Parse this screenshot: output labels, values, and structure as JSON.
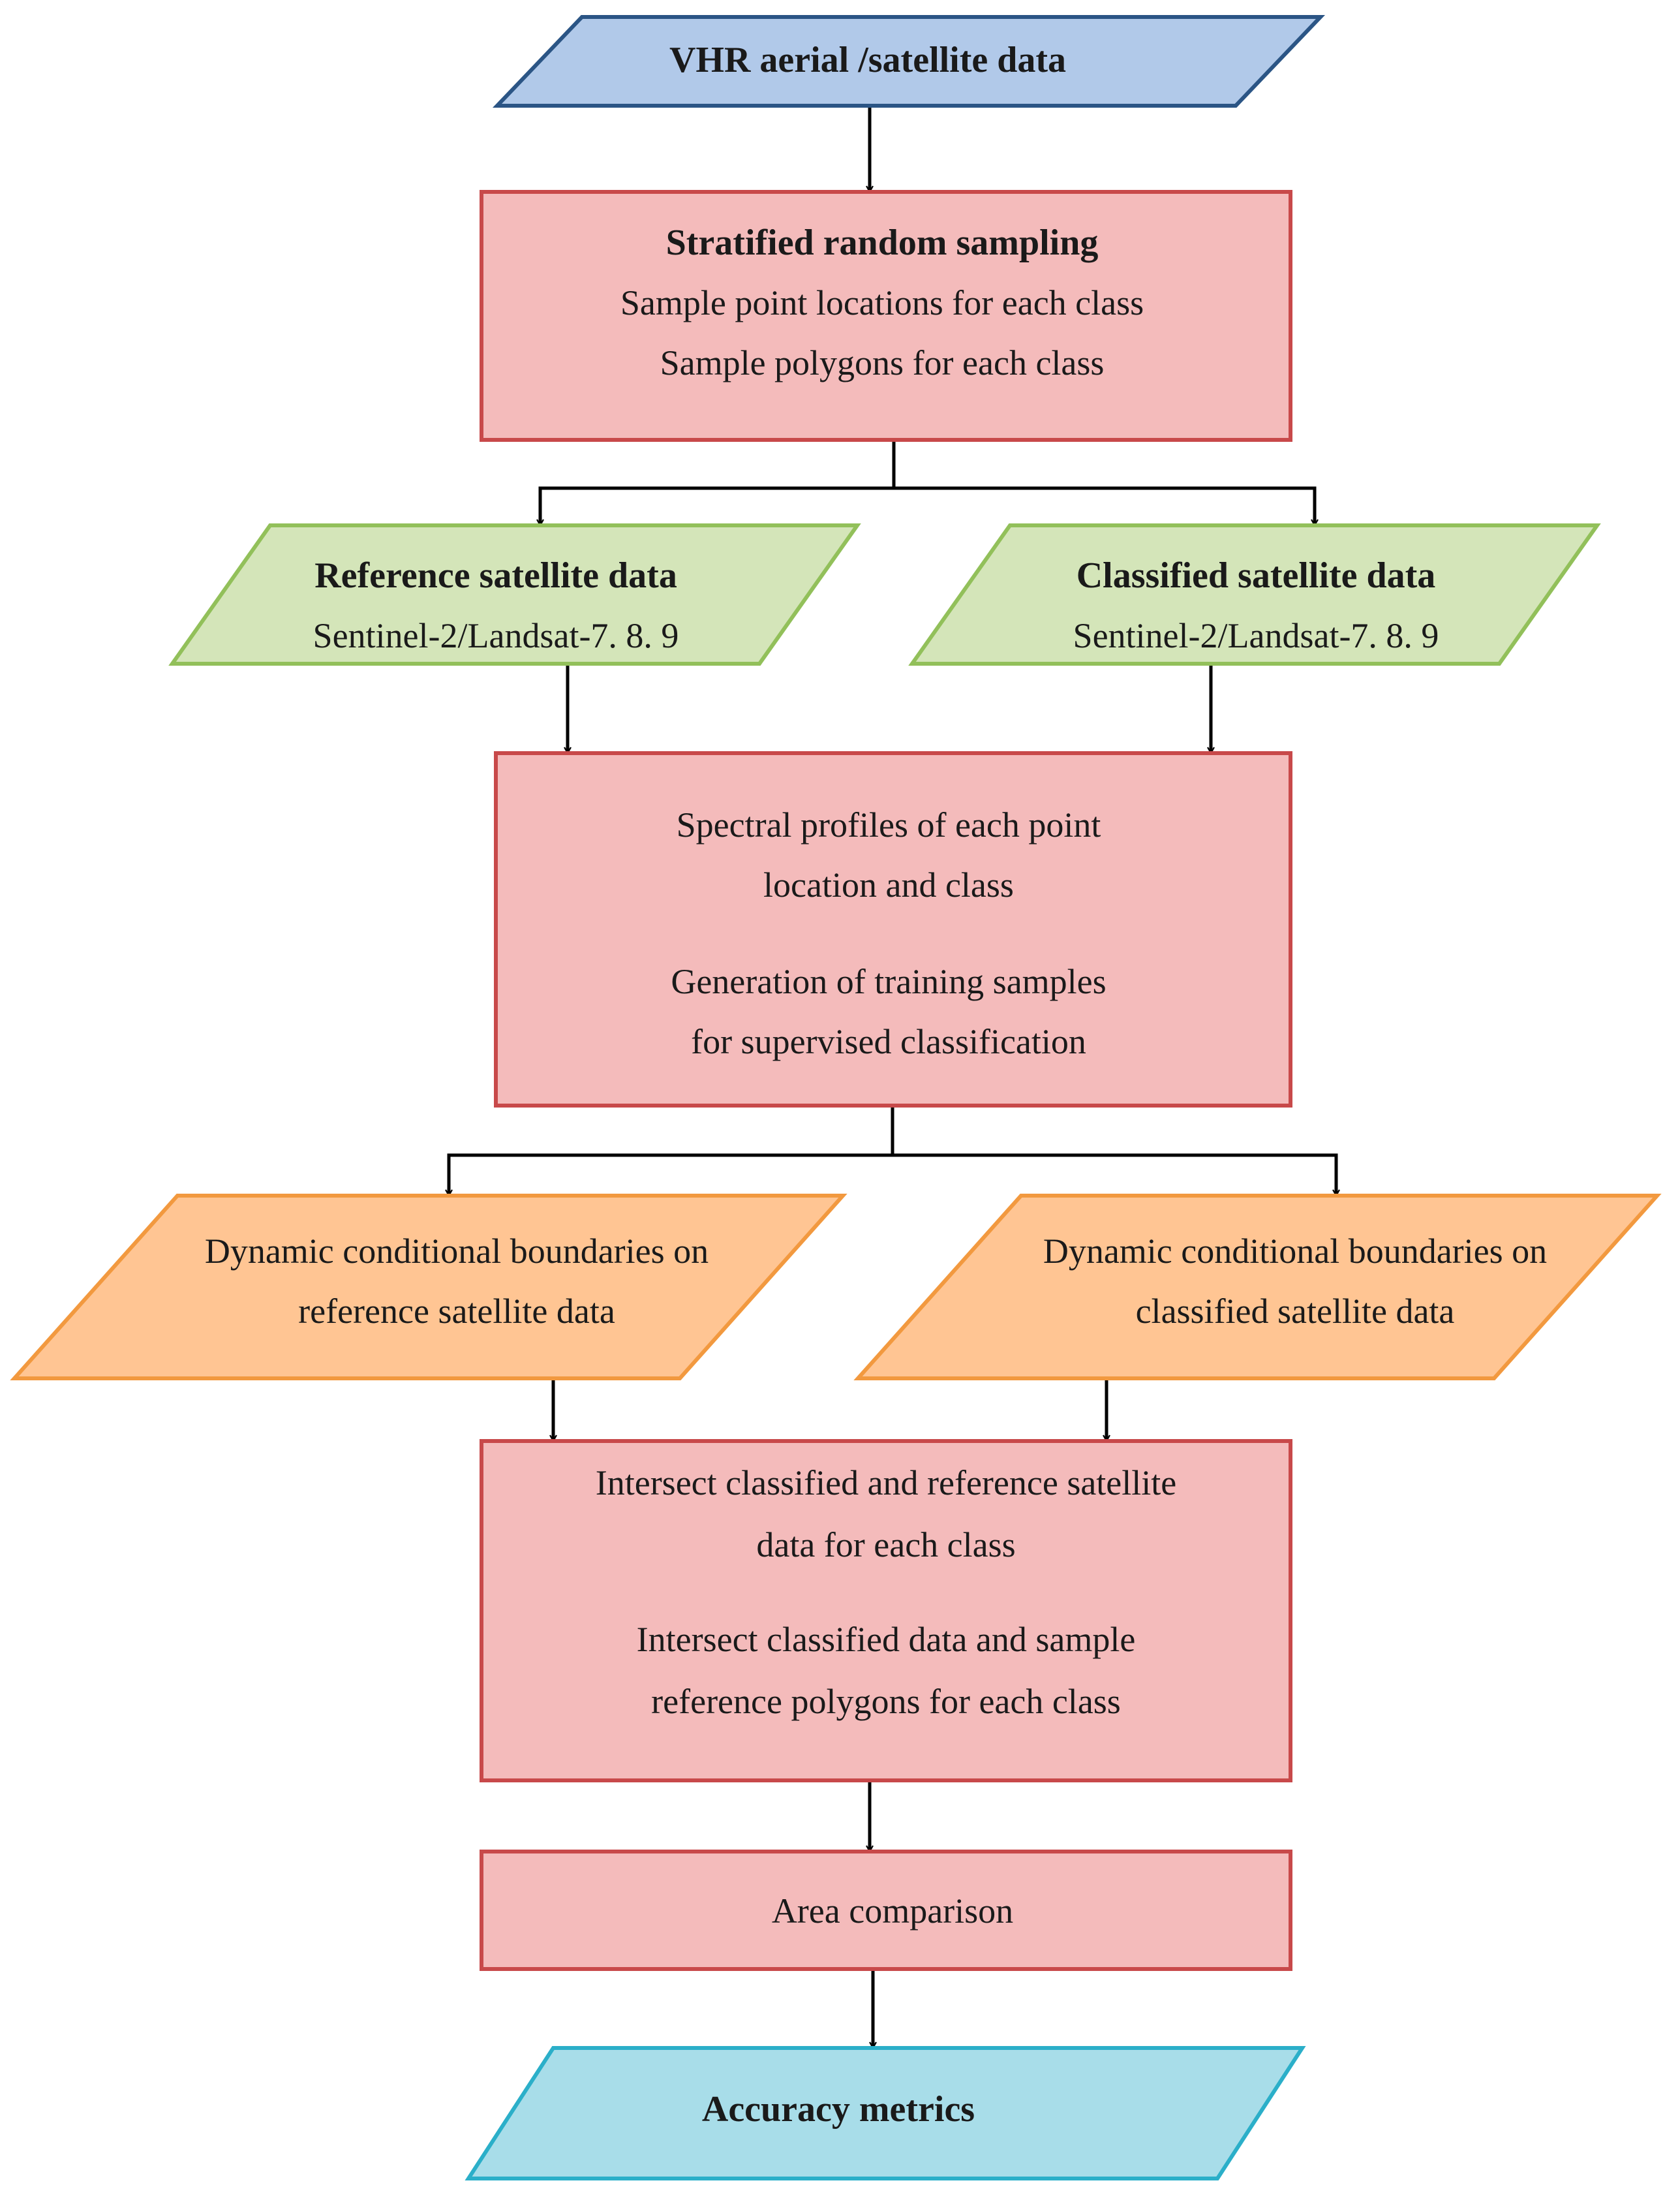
{
  "colors": {
    "input_fill": "#B1C9E9",
    "input_stroke": "#2B5585",
    "process_fill": "#F4BBBB",
    "process_stroke": "#C8494A",
    "satellite_fill": "#D4E5B9",
    "satellite_stroke": "#92C05A",
    "boundary_fill": "#FFC593",
    "boundary_stroke": "#F2993F",
    "output_fill": "#A8DDE9",
    "output_stroke": "#2BAFC9",
    "arrow": "#000000"
  },
  "nodes": [
    {
      "id": "vhr-data",
      "shape": "parallelogram",
      "style": "input",
      "lines": [
        {
          "text": "VHR aerial /satellite data",
          "bold": true
        }
      ]
    },
    {
      "id": "stratified-sampling",
      "shape": "rectangle",
      "style": "process",
      "lines": [
        {
          "text": "Stratified random sampling",
          "bold": true
        },
        {
          "text": "Sample point locations for each class"
        },
        {
          "text": "Sample polygons for each class"
        }
      ]
    },
    {
      "id": "reference-satellite",
      "shape": "parallelogram",
      "style": "satellite",
      "lines": [
        {
          "text": "Reference satellite data",
          "bold": true
        },
        {
          "text": "Sentinel-2/Landsat-7. 8. 9"
        }
      ]
    },
    {
      "id": "classified-satellite",
      "shape": "parallelogram",
      "style": "satellite",
      "lines": [
        {
          "text": "Classified satellite data",
          "bold": true
        },
        {
          "text": "Sentinel-2/Landsat-7. 8. 9"
        }
      ]
    },
    {
      "id": "spectral-profiles",
      "shape": "rectangle",
      "style": "process",
      "lines": [
        {
          "text": "Spectral profiles of each point"
        },
        {
          "text": "location and class"
        },
        {
          "text": "Generation of training samples"
        },
        {
          "text": "for supervised classification"
        }
      ]
    },
    {
      "id": "boundaries-reference",
      "shape": "parallelogram",
      "style": "boundary",
      "lines": [
        {
          "text": "Dynamic conditional boundaries on"
        },
        {
          "text": "reference satellite data"
        }
      ]
    },
    {
      "id": "boundaries-classified",
      "shape": "parallelogram",
      "style": "boundary",
      "lines": [
        {
          "text": "Dynamic conditional boundaries on"
        },
        {
          "text": "classified satellite data"
        }
      ]
    },
    {
      "id": "intersect",
      "shape": "rectangle",
      "style": "process",
      "lines": [
        {
          "text": "Intersect classified and reference satellite"
        },
        {
          "text": "data for each class"
        },
        {
          "text": "Intersect classified data and sample"
        },
        {
          "text": "reference polygons for each class"
        }
      ]
    },
    {
      "id": "area-comparison",
      "shape": "rectangle",
      "style": "process",
      "lines": [
        {
          "text": "Area comparison"
        }
      ]
    },
    {
      "id": "accuracy-metrics",
      "shape": "parallelogram",
      "style": "output",
      "lines": [
        {
          "text": "Accuracy metrics",
          "bold": true
        }
      ]
    }
  ],
  "edges": [
    {
      "from": "vhr-data",
      "to": "stratified-sampling"
    },
    {
      "from": "stratified-sampling",
      "to": "reference-satellite"
    },
    {
      "from": "stratified-sampling",
      "to": "classified-satellite"
    },
    {
      "from": "reference-satellite",
      "to": "spectral-profiles"
    },
    {
      "from": "classified-satellite",
      "to": "spectral-profiles"
    },
    {
      "from": "spectral-profiles",
      "to": "boundaries-reference"
    },
    {
      "from": "spectral-profiles",
      "to": "boundaries-classified"
    },
    {
      "from": "boundaries-reference",
      "to": "intersect"
    },
    {
      "from": "boundaries-classified",
      "to": "intersect"
    },
    {
      "from": "intersect",
      "to": "area-comparison"
    },
    {
      "from": "area-comparison",
      "to": "accuracy-metrics"
    }
  ]
}
